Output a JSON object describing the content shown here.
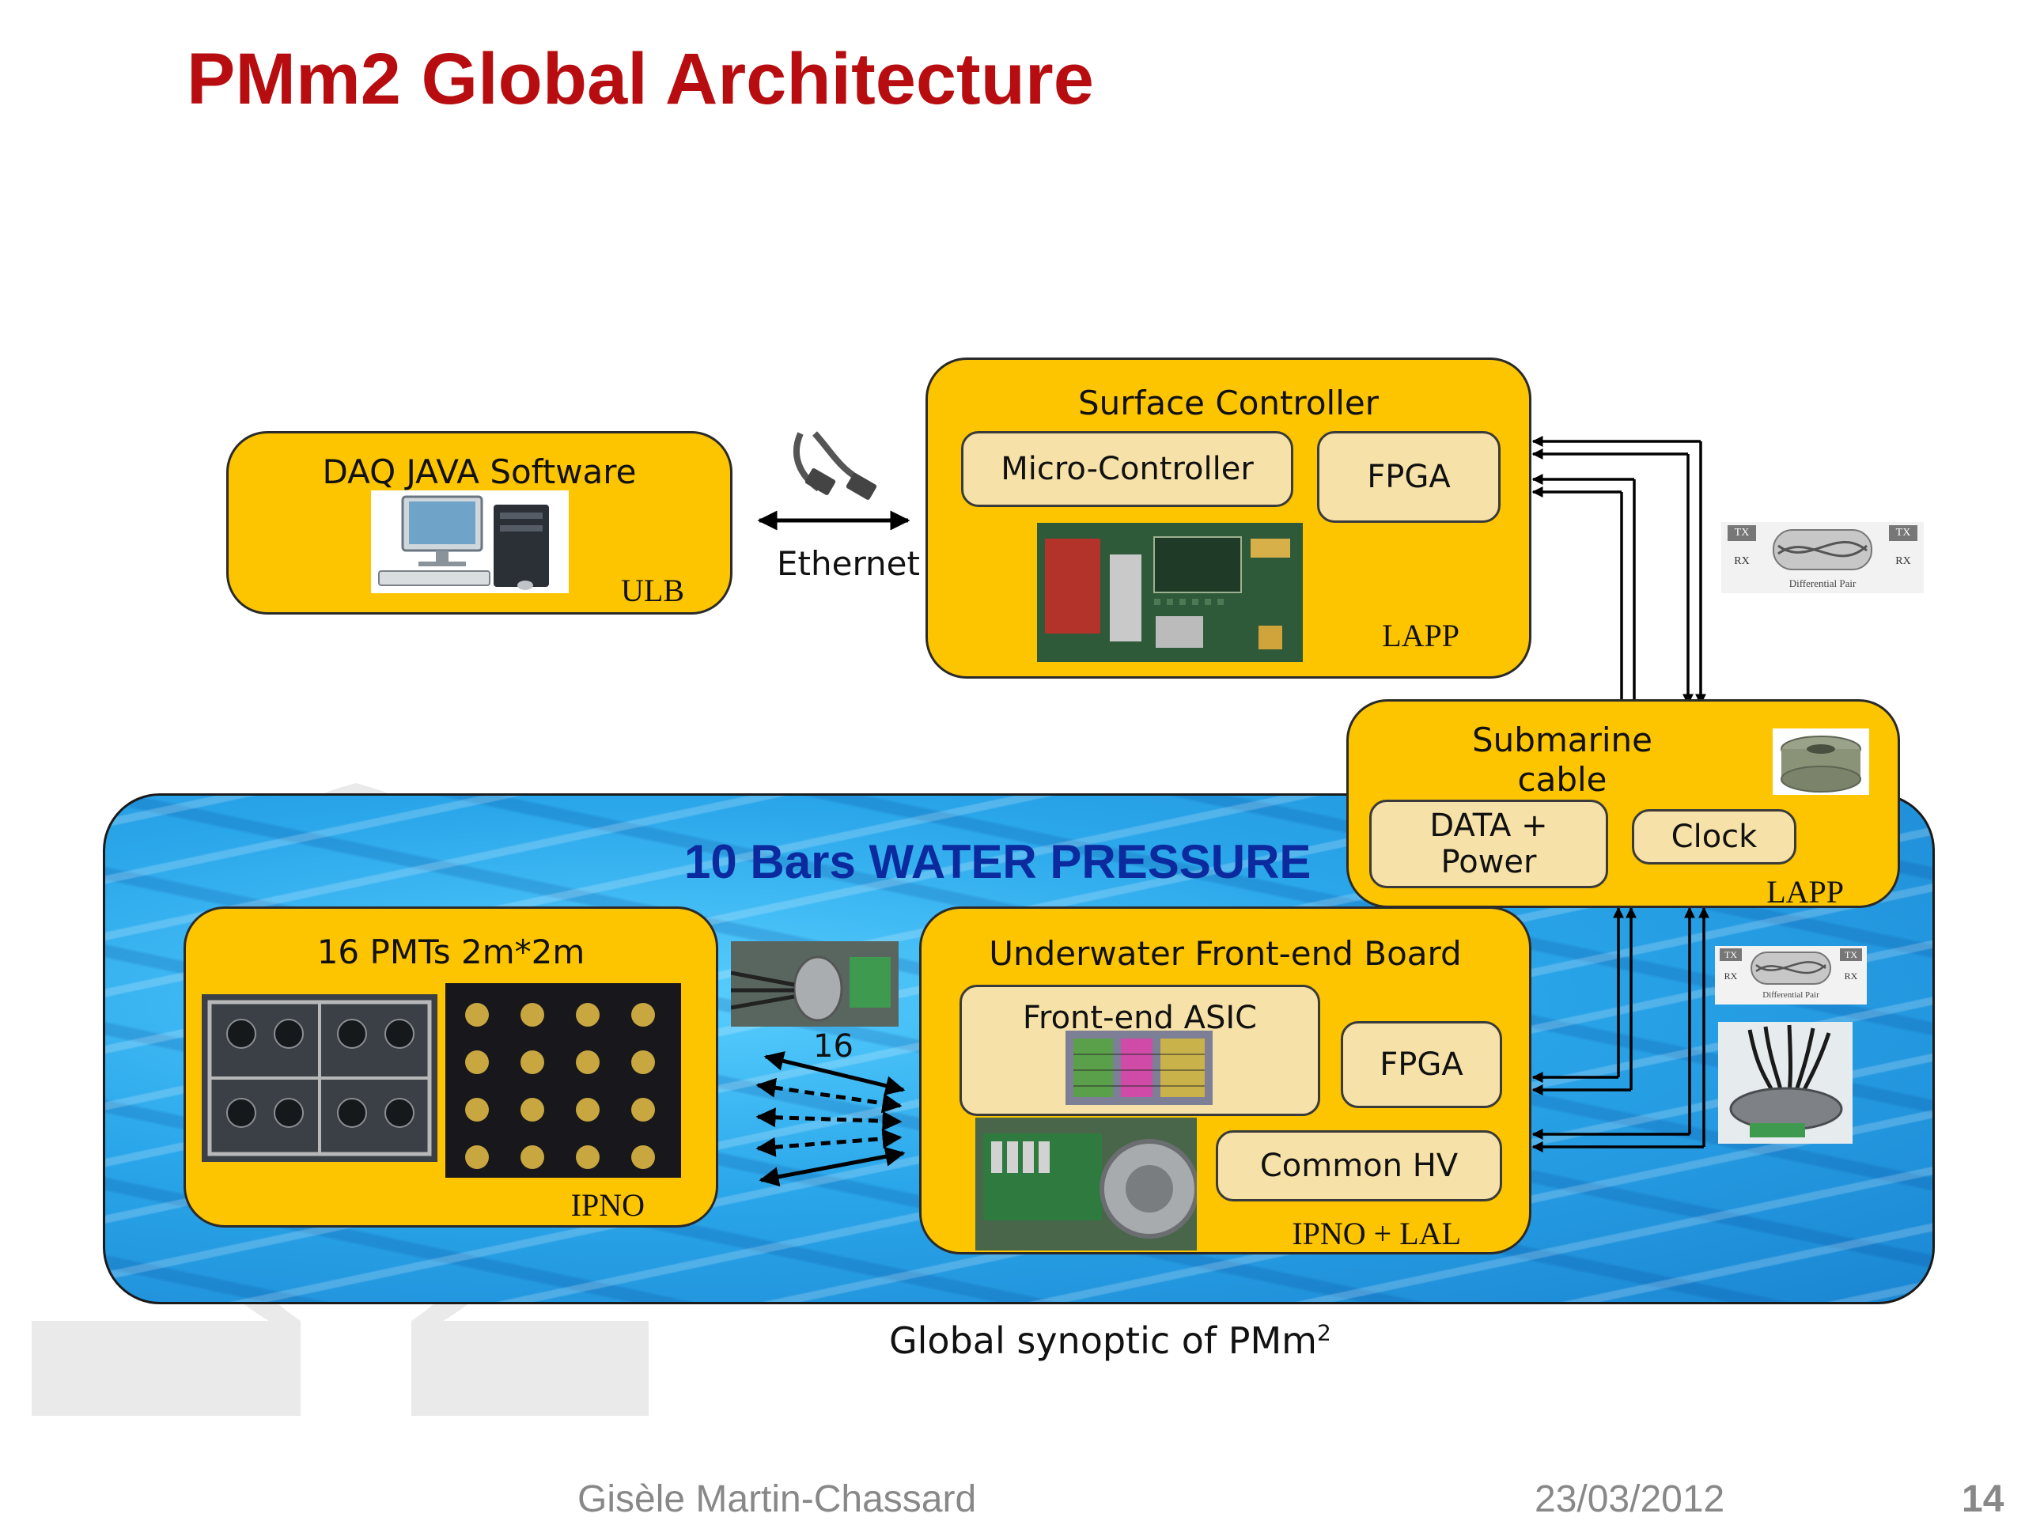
{
  "slide": {
    "title": "PMm2 Global Architecture",
    "caption_main": "Global synoptic of PMm",
    "caption_sup": "2",
    "footer_author": "Gisèle Martin-Chassard",
    "footer_date": "23/03/2012",
    "page_number": "14"
  },
  "water": {
    "title": "10 Bars WATER PRESSURE"
  },
  "daq": {
    "title": "DAQ JAVA Software",
    "org": "ULB"
  },
  "link": {
    "ethernet_label": "Ethernet"
  },
  "surface": {
    "title": "Surface Controller",
    "micro": "Micro-Controller",
    "fpga": "FPGA",
    "org": "LAPP"
  },
  "cable": {
    "title_line1": "Submarine cable",
    "title_line2": "100m",
    "data_line1": "DATA +",
    "data_line2": "Power",
    "clock": "Clock",
    "org": "LAPP"
  },
  "pmts": {
    "title": "16 PMTs 2m*2m",
    "org": "IPNO",
    "count_label": "16"
  },
  "frontend": {
    "title": "Underwater Front-end Board",
    "asic": "Front-end ASIC",
    "fpga": "FPGA",
    "hv": "Common HV",
    "org": "IPNO + LAL"
  },
  "diffpair": {
    "tx": "TX",
    "rx": "RX",
    "label": "Differential Pair"
  },
  "colors": {
    "box_fill": "#fdc500",
    "inner_fill": "#f6e2a8",
    "title_red": "#b80d10",
    "water_title_blue": "#0b2a9e"
  }
}
